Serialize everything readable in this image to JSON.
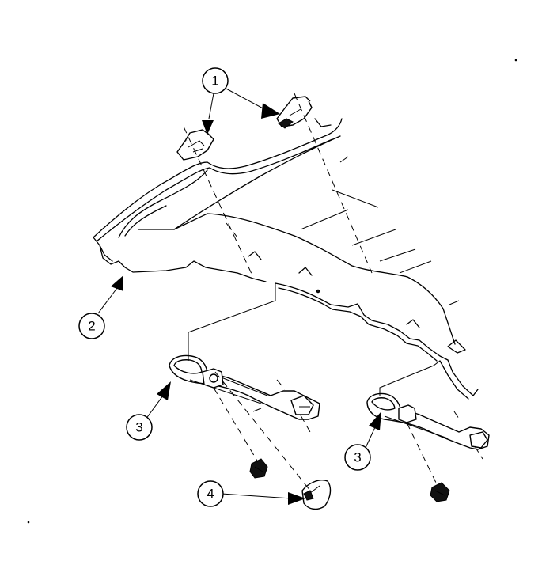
{
  "callouts": [
    {
      "label": "1"
    },
    {
      "label": "2"
    },
    {
      "label": "3"
    },
    {
      "label": "3"
    },
    {
      "label": "4"
    }
  ]
}
